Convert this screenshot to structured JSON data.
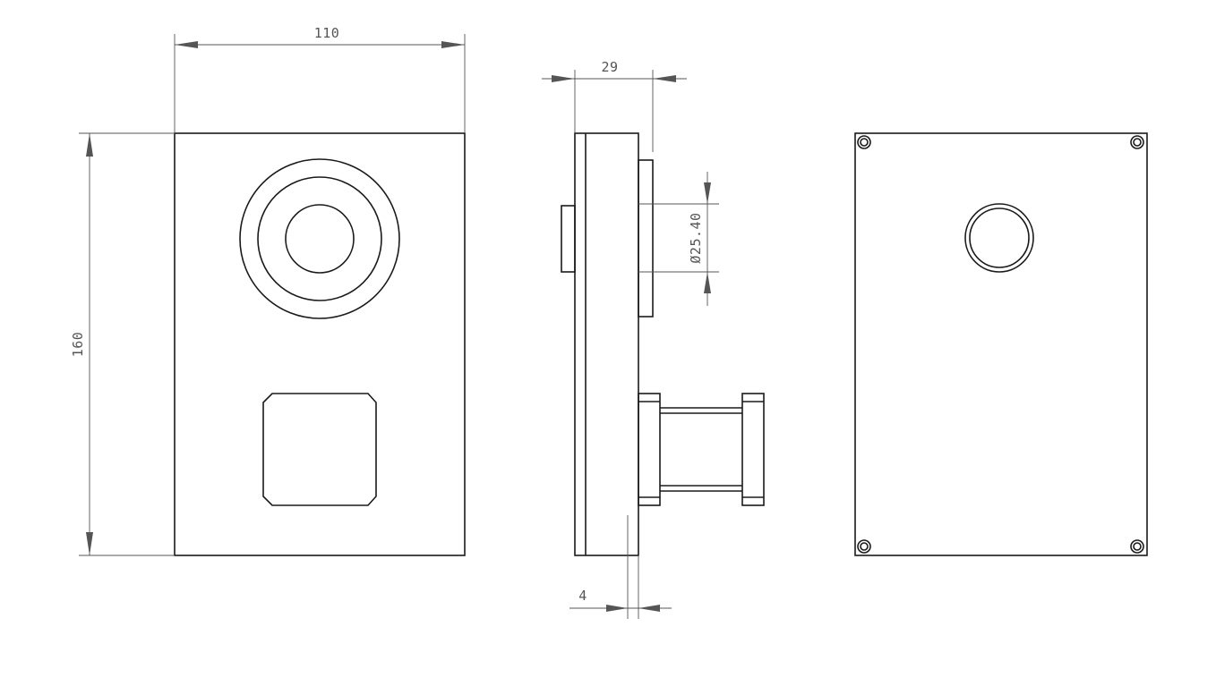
{
  "dimensions": {
    "width": "110",
    "height": "160",
    "depth": "29",
    "diameter": "25.40",
    "diameter_symbol": "Ø",
    "thickness": "4"
  },
  "colors": {
    "line": "#1a1a1a",
    "dimension": "#555555",
    "background": "#ffffff"
  }
}
